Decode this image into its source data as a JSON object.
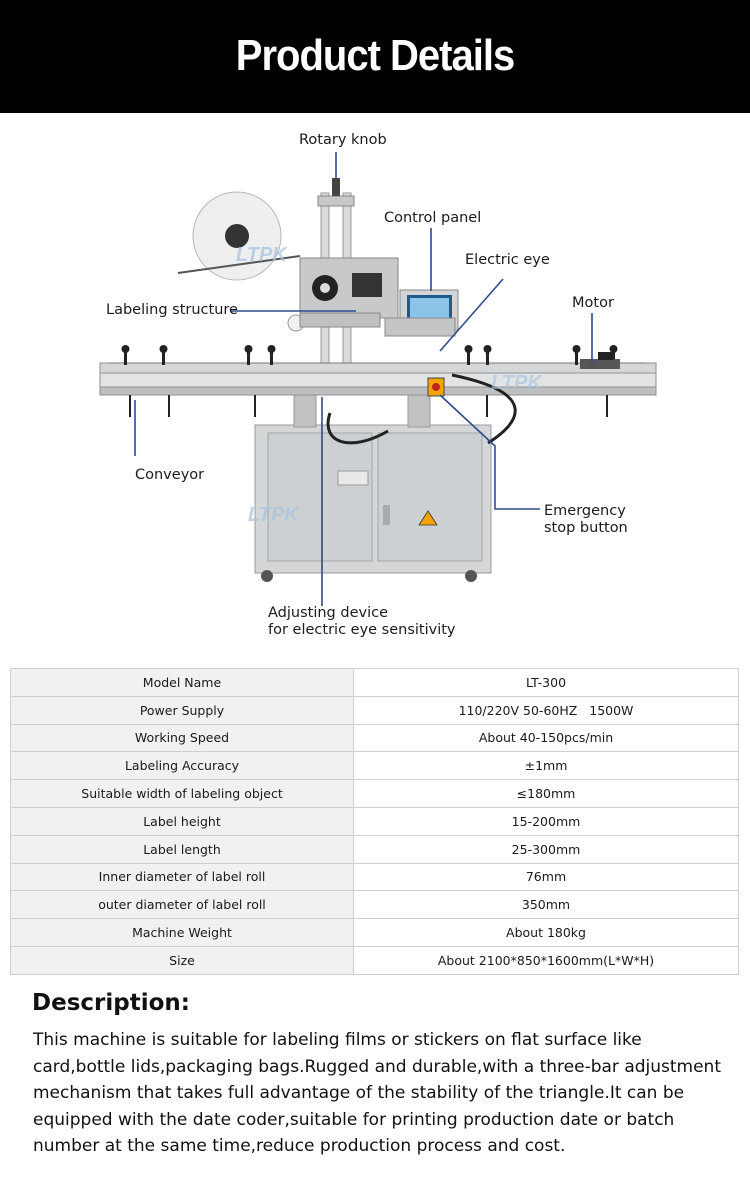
{
  "header": {
    "title": "Product Details"
  },
  "diagram": {
    "watermark": "LTPK",
    "callouts": {
      "rotary_knob": "Rotary knob",
      "control_panel": "Control panel",
      "electric_eye": "Electric eye",
      "motor": "Motor",
      "labeling_structure": "Labeling structure",
      "conveyor": "Conveyor",
      "emergency_line1": "Emergency",
      "emergency_line2": "stop button",
      "adjusting_line1": "Adjusting device",
      "adjusting_line2": "for electric eye sensitivity"
    },
    "colors": {
      "leader_line": "#2b4c8c",
      "steel": "#c9cbcd",
      "warning": "#f5a300"
    }
  },
  "specs": {
    "rows": [
      {
        "label": "Model Name",
        "value": "LT-300"
      },
      {
        "label": "Power Supply",
        "value": "110/220V 50-60HZ   1500W"
      },
      {
        "label": "Working Speed",
        "value": "About 40-150pcs/min"
      },
      {
        "label": "Labeling Accuracy",
        "value": "±1mm"
      },
      {
        "label": "Suitable width of labeling object",
        "value": "≤180mm"
      },
      {
        "label": "Label height",
        "value": "15-200mm"
      },
      {
        "label": "Label length",
        "value": "25-300mm"
      },
      {
        "label": "Inner diameter of label roll",
        "value": "76mm"
      },
      {
        "label": "outer diameter of label roll",
        "value": "350mm"
      },
      {
        "label": "Machine Weight",
        "value": "About 180kg"
      },
      {
        "label": "Size",
        "value": "About 2100*850*1600mm(L*W*H)"
      }
    ]
  },
  "description": {
    "heading": "Description:",
    "text": "This machine is suitable for labeling films or stickers on flat surface like card,bottle lids,packaging bags.Rugged and durable,with a three-bar adjustment mechanism that takes full advantage of the stability of the triangle.It can be equipped with the date coder,suitable for printing production date or batch number at the same time,reduce production process and cost."
  }
}
